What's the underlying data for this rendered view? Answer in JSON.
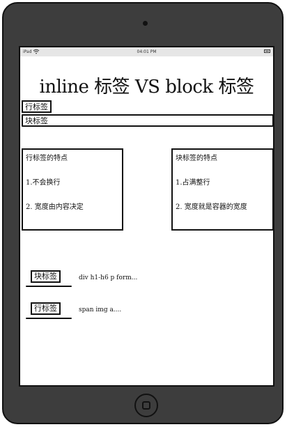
{
  "status_bar": {
    "carrier": "iPad",
    "time": "04:01 PM"
  },
  "page": {
    "title": "inline 标签 VS block 标签"
  },
  "demo": {
    "inline_label": "行标签",
    "block_label": "块标签"
  },
  "notes": {
    "inline": {
      "title": "行标签的特点",
      "lines": [
        "1.不会换行",
        "2. 宽度由内容决定"
      ]
    },
    "block": {
      "title": "块标签的特点",
      "lines": [
        "1.占满整行",
        "2. 宽度就是容器的宽度"
      ]
    }
  },
  "examples": {
    "block": {
      "label": "块标签",
      "text": "div h1-h6 p form..."
    },
    "inline": {
      "label": "行标签",
      "text": "span img a...."
    }
  },
  "colors": {
    "device_frame": "#3d3d3d",
    "outline": "#111111",
    "screen": "#ffffff",
    "status_bar": "#e6e6e6"
  },
  "icons": [
    "wifi-icon",
    "battery-icon",
    "home-button-icon",
    "camera-icon"
  ]
}
